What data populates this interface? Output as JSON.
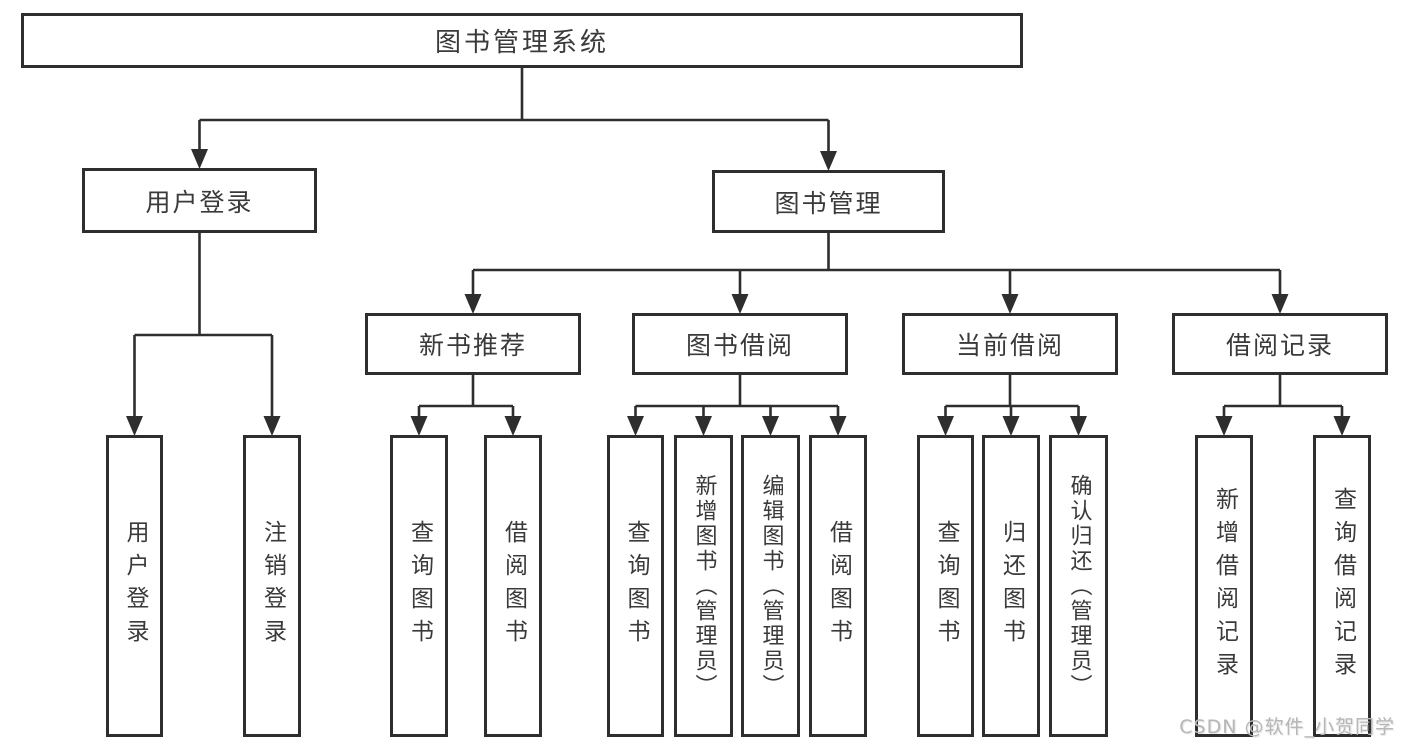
{
  "diagram": {
    "title": "图书管理系统",
    "watermark": "CSDN @软件_小贺同学",
    "colors": {
      "line": "#2e2e2e",
      "text": "#3a3a3a",
      "background": "#ffffff",
      "watermark": "#b7b7b7"
    },
    "nodes": [
      {
        "id": "root",
        "label": "图书管理系统",
        "orientation": "horizontal",
        "parent": null
      },
      {
        "id": "user-login",
        "label": "用户登录",
        "orientation": "horizontal",
        "parent": "root"
      },
      {
        "id": "book-mgmt",
        "label": "图书管理",
        "orientation": "horizontal",
        "parent": "root"
      },
      {
        "id": "login-v",
        "label": "用户登录",
        "orientation": "vertical",
        "parent": "user-login"
      },
      {
        "id": "logout-v",
        "label": "注销登录",
        "orientation": "vertical",
        "parent": "user-login"
      },
      {
        "id": "new-books",
        "label": "新书推荐",
        "orientation": "horizontal",
        "parent": "book-mgmt"
      },
      {
        "id": "borrowing",
        "label": "图书借阅",
        "orientation": "horizontal",
        "parent": "book-mgmt"
      },
      {
        "id": "current",
        "label": "当前借阅",
        "orientation": "horizontal",
        "parent": "book-mgmt"
      },
      {
        "id": "records",
        "label": "借阅记录",
        "orientation": "horizontal",
        "parent": "book-mgmt"
      },
      {
        "id": "nb-query",
        "label": "查询图书",
        "orientation": "vertical",
        "parent": "new-books"
      },
      {
        "id": "nb-borrow",
        "label": "借阅图书",
        "orientation": "vertical",
        "parent": "new-books"
      },
      {
        "id": "bw-query",
        "label": "查询图书",
        "orientation": "vertical",
        "parent": "borrowing"
      },
      {
        "id": "bw-add",
        "label": "新增图书（管理员）",
        "orientation": "vertical",
        "parent": "borrowing"
      },
      {
        "id": "bw-edit",
        "label": "编辑图书（管理员）",
        "orientation": "vertical",
        "parent": "borrowing"
      },
      {
        "id": "bw-borrow",
        "label": "借阅图书",
        "orientation": "vertical",
        "parent": "borrowing"
      },
      {
        "id": "cu-query",
        "label": "查询图书",
        "orientation": "vertical",
        "parent": "current"
      },
      {
        "id": "cu-return",
        "label": "归还图书",
        "orientation": "vertical",
        "parent": "current"
      },
      {
        "id": "cu-confirm",
        "label": "确认归还（管理员）",
        "orientation": "vertical",
        "parent": "current"
      },
      {
        "id": "rc-add",
        "label": "新增借阅记录",
        "orientation": "vertical",
        "parent": "records"
      },
      {
        "id": "rc-query",
        "label": "查询借阅记录",
        "orientation": "vertical",
        "parent": "records"
      }
    ]
  }
}
